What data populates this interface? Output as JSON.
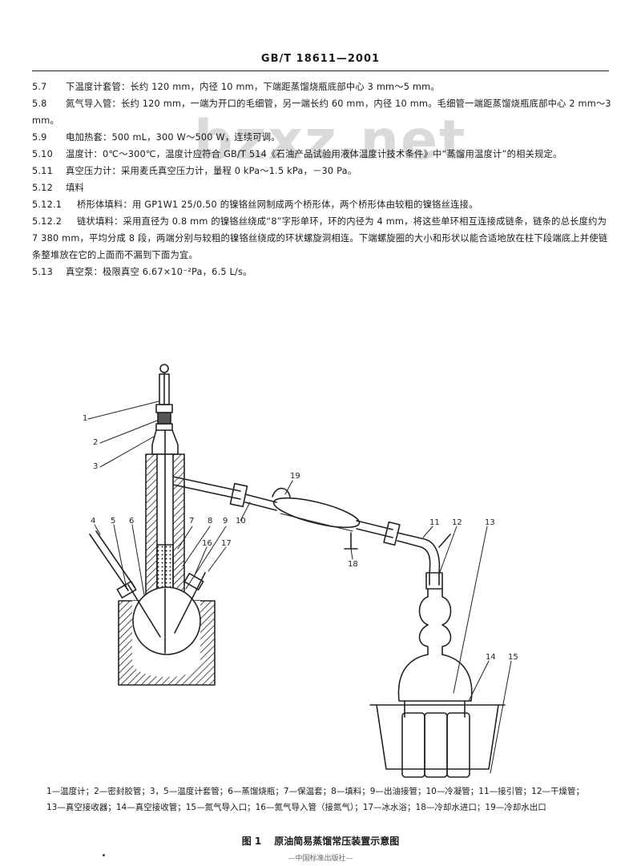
{
  "header": {
    "code": "GB/T 18611—2001"
  },
  "watermark": "bzxz.net",
  "clauses": [
    {
      "num": "5.7",
      "text": "下温度计套管：长约 120 mm，内径 10 mm，下端距蒸馏烧瓶底部中心 3 mm～5 mm。"
    },
    {
      "num": "5.8",
      "text": "氮气导入管：长约 120 mm，一端为开口的毛细管，另一端长约 60 mm，内径 10 mm。毛细管一端距蒸馏烧瓶底部中心 2 mm～3 mm。"
    },
    {
      "num": "5.9",
      "text": "电加热套：500 mL，300 W～500 W，连续可调。"
    },
    {
      "num": "5.10",
      "text": "温度计：0℃～300℃，温度计应符合 GB/T 514《石油产品试验用液体温度计技术条件》中“蒸馏用温度计”的相关规定。"
    },
    {
      "num": "5.11",
      "text": "真空压力计：采用麦氏真空压力计，量程 0 kPa～1.5 kPa，－30 Pa。"
    },
    {
      "num": "5.12",
      "text": "填料"
    },
    {
      "num": "5.12.1",
      "text": "桥形体填料：用 GP1W1 25/0.50 的镍铬丝网制成两个桥形体，两个桥形体由较粗的镍铬丝连接。"
    },
    {
      "num": "5.12.2",
      "text": "链状填料：采用直径为 0.8 mm 的镍铬丝绕成“8”字形单环，环的内径为 4 mm，将这些单环相互连接成链条，链条的总长度约为 7 380 mm，平均分成 8 段，两端分别与较粗的镍铬丝绕成的环状螺旋洞相连。下端螺旋圈的大小和形状以能合适地放在柱下段端底上并使链条整堆放在它的上面而不漏到下面为宜。"
    },
    {
      "num": "5.13",
      "text": "真空泵：极限真空 6.67×10⁻²Pa，6.5 L/s。"
    }
  ],
  "figure": {
    "labels": [
      "1",
      "2",
      "3",
      "4",
      "5",
      "6",
      "7",
      "8",
      "9",
      "10",
      "11",
      "12",
      "13",
      "14",
      "15",
      "16",
      "17",
      "18",
      "19"
    ]
  },
  "legend": "1—温度计；2—密封胶管；3，5—温度计套管；6—蒸馏烧瓶；7—保温套；8—填料；9—出油接管；10—冷凝管；11—接引管；12—干燥管；13—真空接收器；14—真空接收管；15—氮气导入口；16—氮气导入管（接氮气）；17—冰水浴；18—冷却水进口；19—冷却水出口",
  "caption": {
    "label": "图 1",
    "title": "原油简易蒸馏常压装置示意图"
  },
  "footer": "—中国标准出版社—"
}
